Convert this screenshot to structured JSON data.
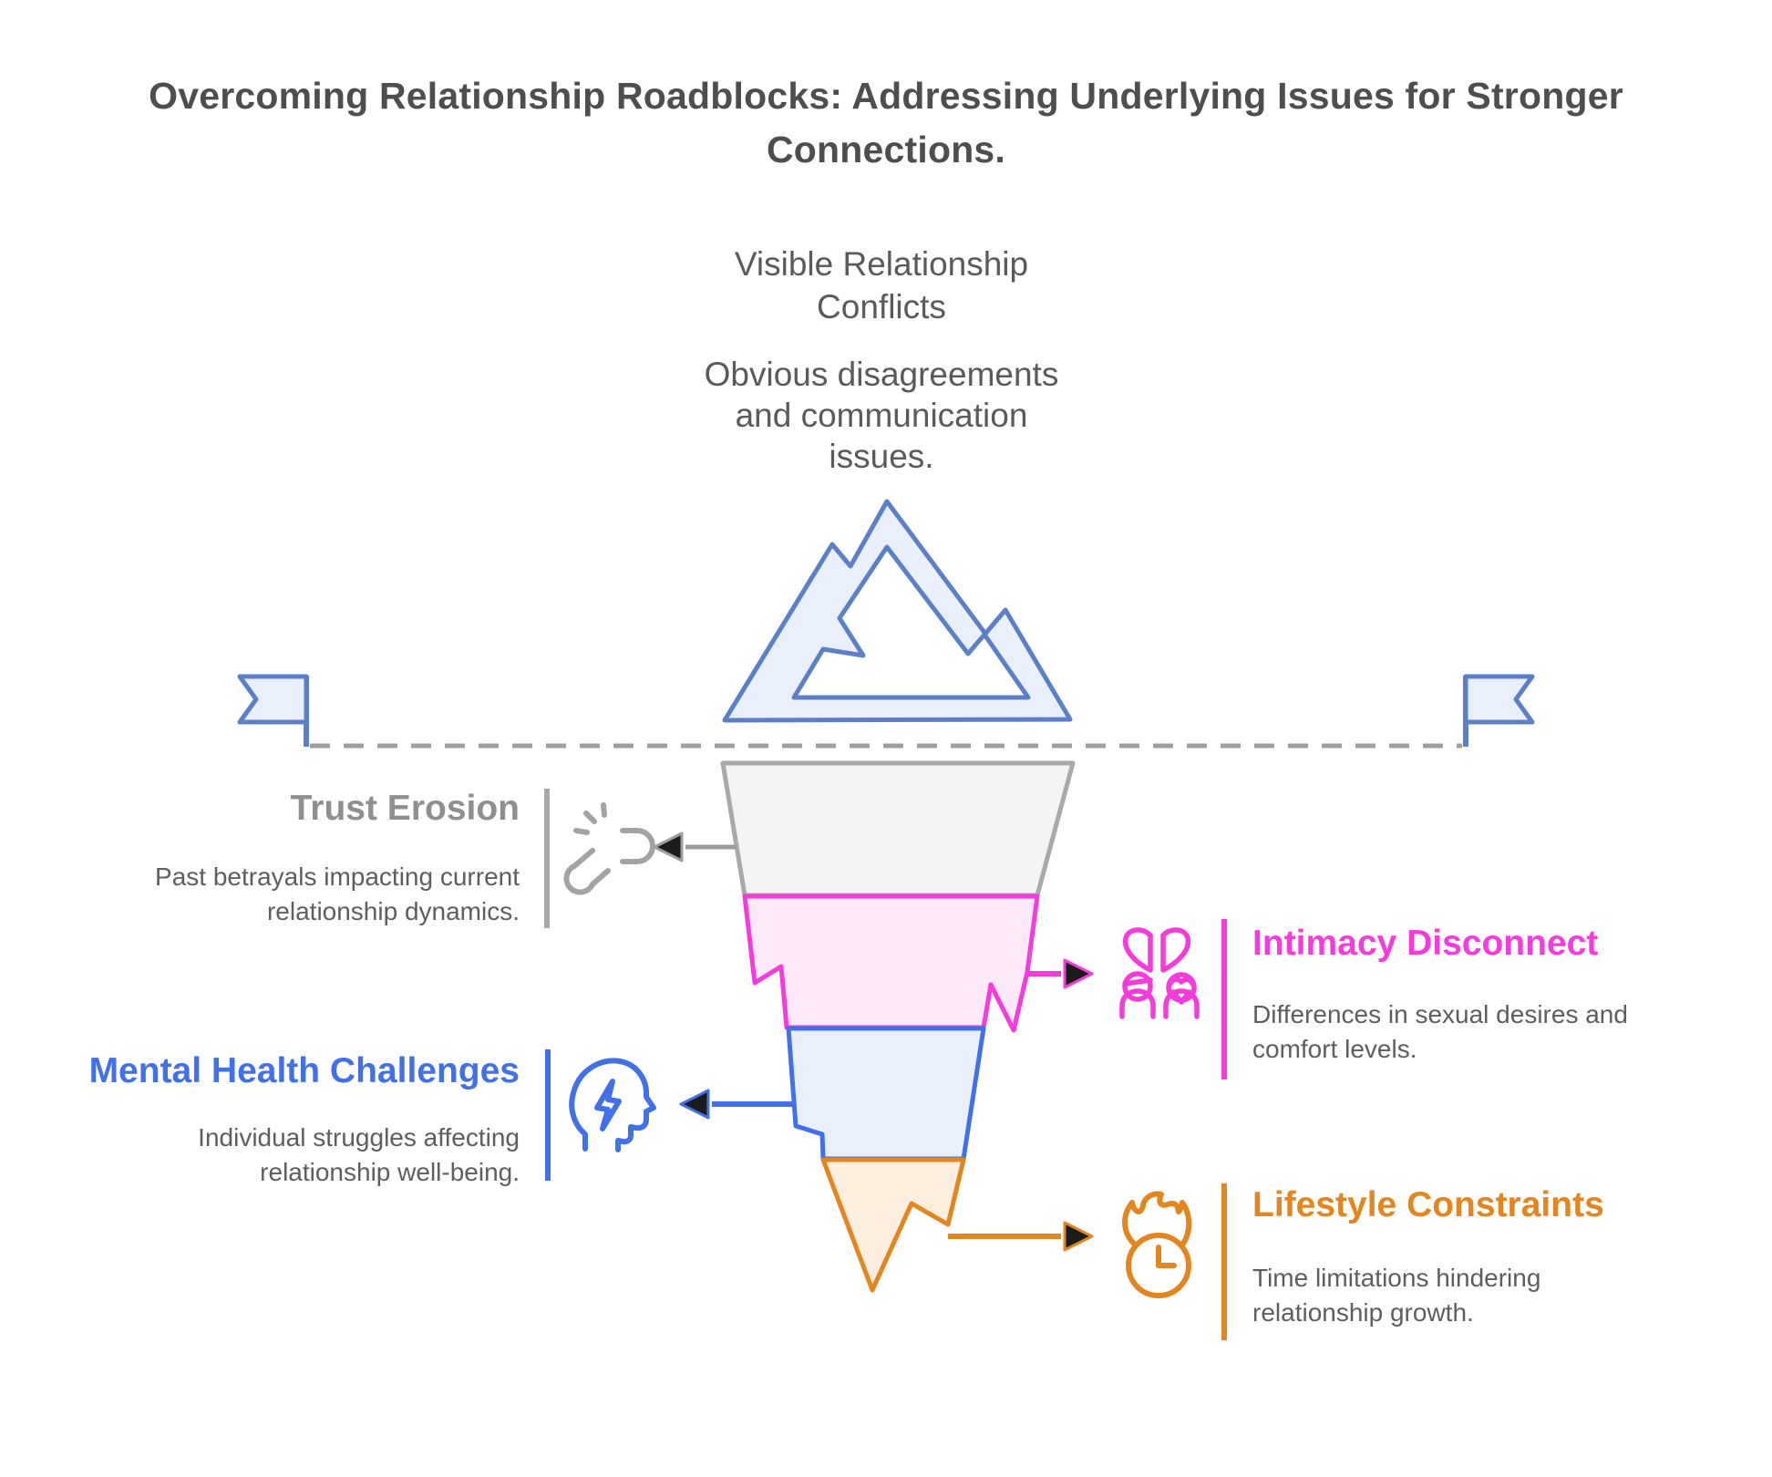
{
  "page": {
    "title": "Overcoming Relationship Roadblocks: Addressing Underlying Issues for Stronger Connections.",
    "background_color": "#FFFFFF",
    "title_color": "#4E4E50"
  },
  "surface_section": {
    "heading": "Visible Relationship Conflicts",
    "description": "Obvious disagreements and communication issues.",
    "text_color": "#5A5A5C"
  },
  "iceberg": {
    "mountain_fill": "#E9F0FC",
    "mountain_stroke": "#5C80C8",
    "waterline_color": "#9E9E9E",
    "flag_fill": "#E9F0FC",
    "flag_stroke": "#5C80C8",
    "arrowhead_fill": "#1B1B1B"
  },
  "description_color": "#5E5E5E",
  "layers": [
    {
      "id": "trust-erosion",
      "title": "Trust Erosion",
      "description": "Past betrayals impacting current relationship dynamics.",
      "side": "left",
      "title_color": "#8F8F8F",
      "accent_color": "#A9A9A9",
      "fill_color": "#F4F4F4",
      "icon": "broken-link-icon"
    },
    {
      "id": "intimacy-disconnect",
      "title": "Intimacy Disconnect",
      "description": "Differences in sexual desires and comfort levels.",
      "side": "right",
      "title_color": "#F53BDB",
      "accent_color": "#F53BDB",
      "fill_color": "#FCE9FA",
      "icon": "couple-icon"
    },
    {
      "id": "mental-health-challenges",
      "title": "Mental Health Challenges",
      "description": "Individual struggles affecting relationship well-being.",
      "side": "left",
      "title_color": "#4170E8",
      "accent_color": "#4170E8",
      "fill_color": "#E9F0FC",
      "icon": "head-lightning-icon"
    },
    {
      "id": "lifestyle-constraints",
      "title": "Lifestyle Constraints",
      "description": "Time limitations hindering relationship growth.",
      "side": "right",
      "title_color": "#E3861F",
      "accent_color": "#E3861F",
      "fill_color": "#FCEFDF",
      "icon": "flame-clock-icon"
    }
  ]
}
